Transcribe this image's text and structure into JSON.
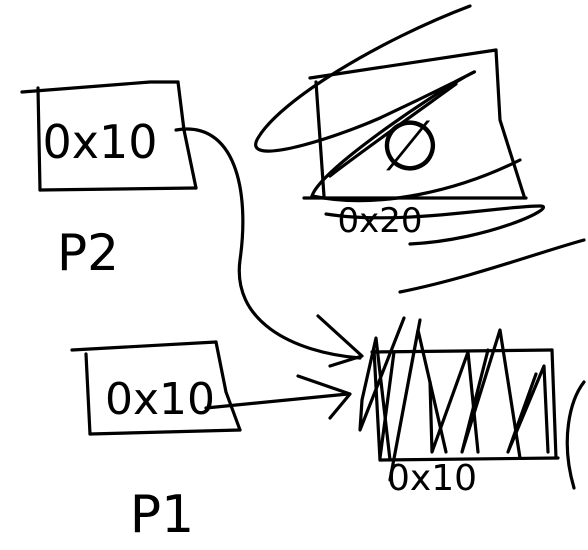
{
  "diagram": {
    "p2": {
      "label": "P2",
      "box_value": "0x10"
    },
    "p1": {
      "label": "P1",
      "box_value": "0x10"
    },
    "freed_block": {
      "content": "∅",
      "address": "0x20",
      "state": "scribbled-out"
    },
    "shared_block": {
      "address": "0x10",
      "state": "scribbled-out"
    },
    "ink_color": "#000000",
    "background": "#ffffff"
  }
}
